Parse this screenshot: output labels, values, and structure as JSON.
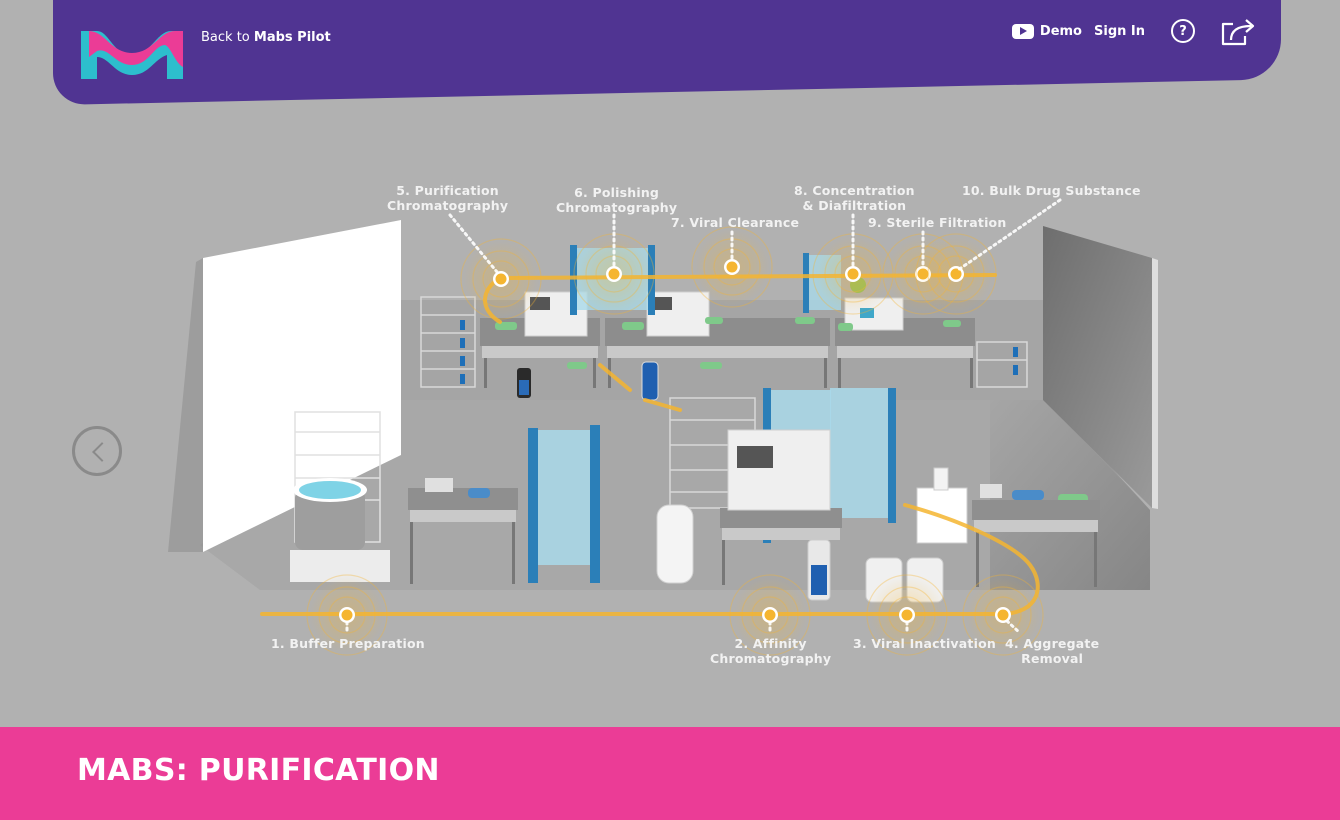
{
  "header": {
    "back_prefix": "Back to ",
    "back_target": "Mabs Pilot",
    "demo_label": "Demo",
    "sign_in_label": "Sign In",
    "help_label": "?",
    "icons": {
      "logo": "m-logo",
      "demo": "youtube-play-icon",
      "help": "question-circle-icon",
      "share": "share-icon"
    }
  },
  "scene": {
    "prev_icon": "chevron-left-circle-icon",
    "steps": [
      {
        "id": 1,
        "label": "1. Buffer Preparation"
      },
      {
        "id": 2,
        "label": "2. Affinity\nChromatography"
      },
      {
        "id": 3,
        "label": "3. Viral Inactivation"
      },
      {
        "id": 4,
        "label": "4. Aggregate\nRemoval"
      },
      {
        "id": 5,
        "label": "5. Purification\nChromatography"
      },
      {
        "id": 6,
        "label": "6. Polishing\nChromatography"
      },
      {
        "id": 7,
        "label": "7. Viral Clearance"
      },
      {
        "id": 8,
        "label": "8. Concentration\n& Diafiltration"
      },
      {
        "id": 9,
        "label": "9. Sterile Filtration"
      },
      {
        "id": 10,
        "label": "10. Bulk Drug Substance"
      }
    ]
  },
  "footer": {
    "title": "MABS: PURIFICATION"
  },
  "colors": {
    "header_bg": "#503492",
    "footer_bg": "#eb3c96",
    "scene_bg": "#b1b1b1",
    "path_orange": "#f5b530",
    "logo_teal": "#2dbecd",
    "logo_pink": "#eb3c96"
  }
}
